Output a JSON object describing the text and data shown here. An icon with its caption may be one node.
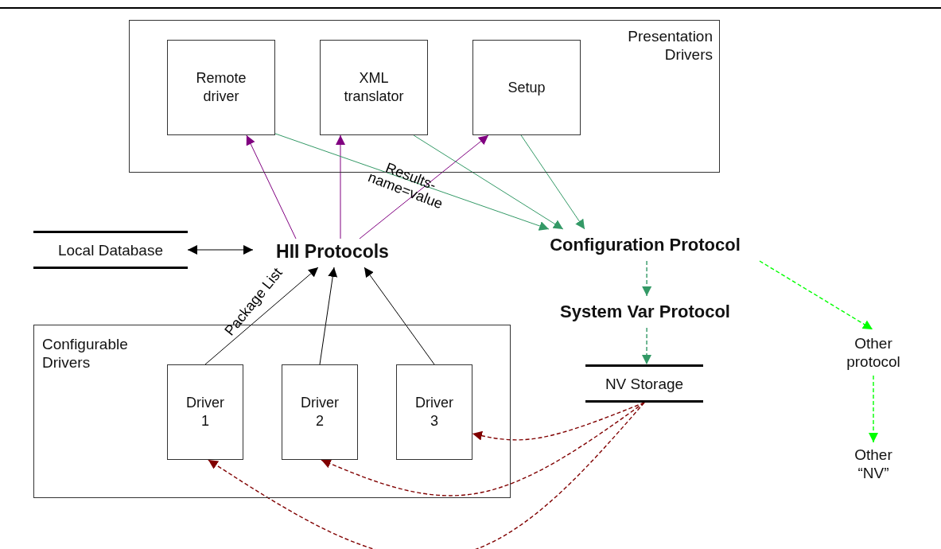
{
  "diagram": {
    "nodes": [
      {
        "text": [
          "Presentation Drivers"
        ]
      },
      {
        "text": [
          "Remote driver"
        ],
        "in": 0
      },
      {
        "text": [
          "XML translator"
        ],
        "in": 0
      },
      {
        "text": [
          "Setup"
        ],
        "in": 0
      },
      {
        "text": [
          "Local Database"
        ]
      },
      {
        "text": [
          "HII Protocols"
        ]
      },
      {
        "text": [
          "Configuration Protocol"
        ]
      },
      {
        "text": [
          "System Var Protocol"
        ]
      },
      {
        "text": [
          "NV Storage"
        ]
      },
      {
        "text": [
          "Other protocol"
        ]
      },
      {
        "text": [
          "Configurable Drivers"
        ]
      },
      {
        "text": [
          "Driver 1"
        ],
        "in": 10
      },
      {
        "text": [
          "Driver 2"
        ],
        "in": 10
      },
      {
        "text": [
          "Driver 3"
        ],
        "in": 10
      },
      {
        "text": [
          "Other “NV”"
        ]
      }
    ],
    "edges": [
      {
        "from": 5,
        "to": 1,
        "arrow": "to",
        "color": "#800080"
      },
      {
        "from": 5,
        "to": 2,
        "arrow": "to",
        "color": "#800080"
      },
      {
        "from": 5,
        "to": 3,
        "arrow": "to",
        "color": "#800080"
      },
      {
        "from": 1,
        "to": 6,
        "arrow": "to",
        "label": "Results-name=value",
        "color": "#339966"
      },
      {
        "from": 2,
        "to": 6,
        "arrow": "to",
        "color": "#339966"
      },
      {
        "from": 3,
        "to": 6,
        "arrow": "to",
        "color": "#339966"
      },
      {
        "from": 4,
        "to": 5,
        "arrow": "both",
        "color": "#000000"
      },
      {
        "from": 11,
        "to": 5,
        "arrow": "to",
        "label": "Package List",
        "color": "#000000"
      },
      {
        "from": 12,
        "to": 5,
        "arrow": "to",
        "color": "#000000"
      },
      {
        "from": 13,
        "to": 5,
        "arrow": "to",
        "color": "#000000"
      },
      {
        "from": 6,
        "to": 7,
        "arrow": "to",
        "style": "dashed",
        "color": "#339966"
      },
      {
        "from": 7,
        "to": 8,
        "arrow": "to",
        "style": "dashed",
        "color": "#339966"
      },
      {
        "from": 6,
        "to": 9,
        "arrow": "to",
        "style": "dashed",
        "color": "#00ff00"
      },
      {
        "from": 9,
        "to": 14,
        "arrow": "to",
        "style": "dashed",
        "color": "#00ff00"
      },
      {
        "from": 8,
        "to": 13,
        "arrow": "to",
        "style": "dashed",
        "color": "#800000"
      },
      {
        "from": 8,
        "to": 12,
        "arrow": "to",
        "style": "dashed",
        "color": "#800000"
      },
      {
        "from": 8,
        "to": 11,
        "arrow": "to",
        "style": "dashed",
        "color": "#800000"
      }
    ]
  }
}
